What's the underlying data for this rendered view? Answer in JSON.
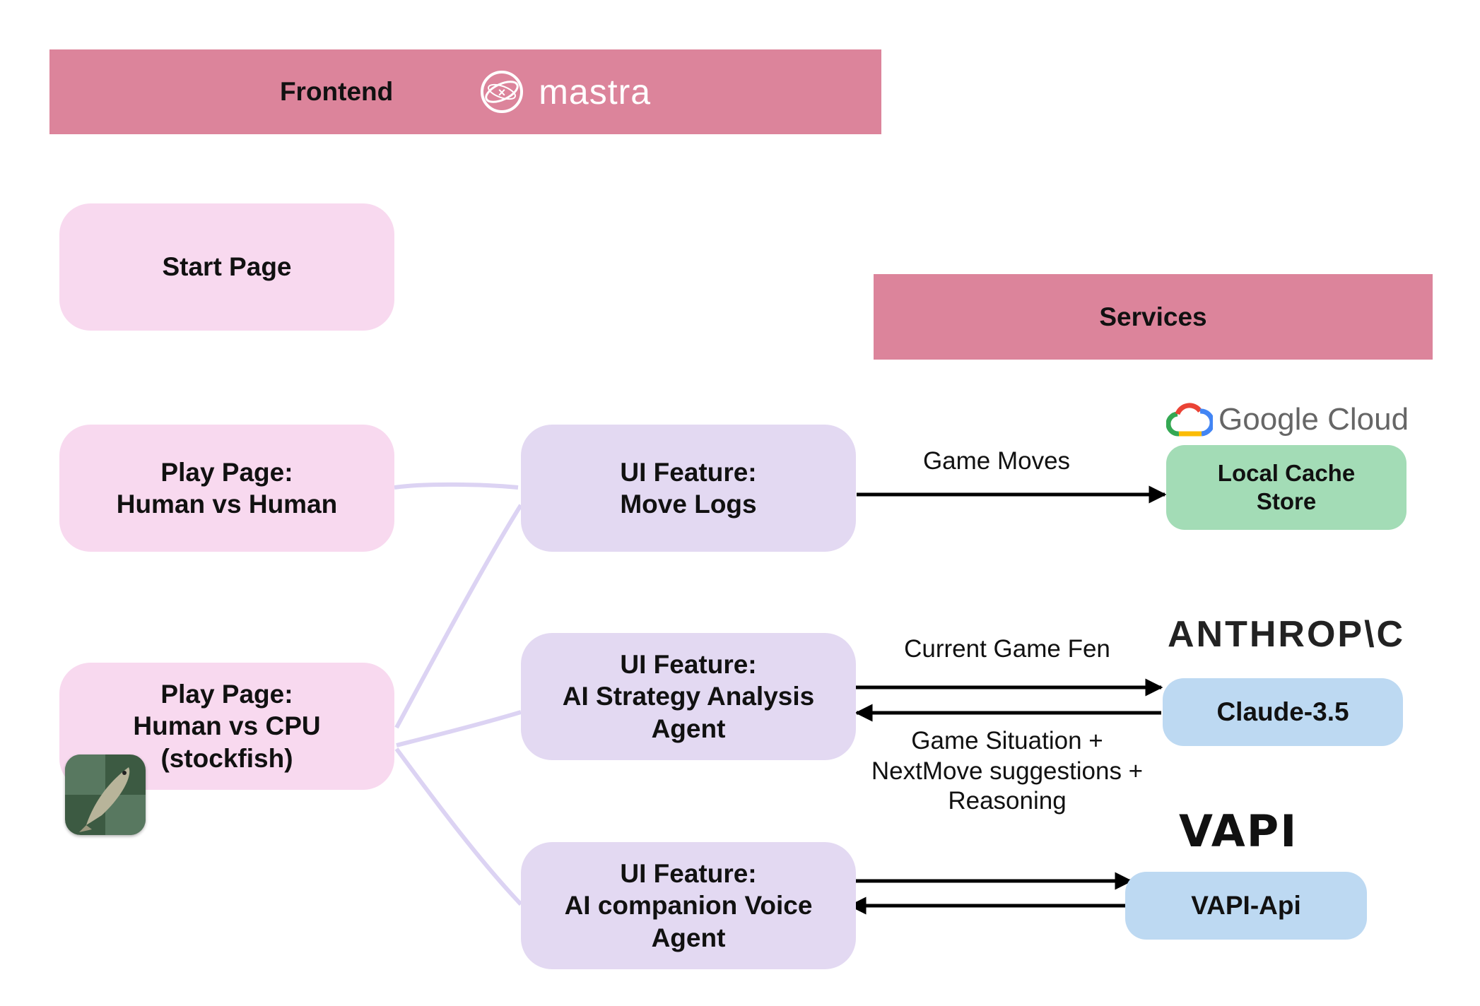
{
  "frontend": {
    "title": "Frontend",
    "logo_text": "mastra"
  },
  "services": {
    "title": "Services"
  },
  "pages": {
    "start": "Start Page",
    "hvh": "Play Page:\nHuman vs Human",
    "hvc": "Play Page:\nHuman vs CPU\n(stockfish)"
  },
  "features": {
    "move_logs": "UI Feature:\nMove Logs",
    "strategy": "UI Feature:\nAI Strategy Analysis\nAgent",
    "voice": "UI Feature:\nAI companion Voice\nAgent"
  },
  "service_boxes": {
    "cache": "Local Cache\nStore",
    "claude": "Claude-3.5",
    "vapi": "VAPI-Api"
  },
  "logos": {
    "google_text": "Google Cloud",
    "anthropic_text": "ANTHROP\\C",
    "vapi_text": "VAPI"
  },
  "edges": {
    "game_moves": "Game Moves",
    "current_fen": "Current Game Fen",
    "situation": "Game Situation +\nNextMove suggestions +\nReasoning"
  },
  "colors": {
    "banner": "#dc849b",
    "page_box": "#f8d9ef",
    "feature_box": "#e3d9f2",
    "cache_box": "#a3dcb6",
    "service_box": "#bdd9f2",
    "connector": "#dcd3f3"
  }
}
